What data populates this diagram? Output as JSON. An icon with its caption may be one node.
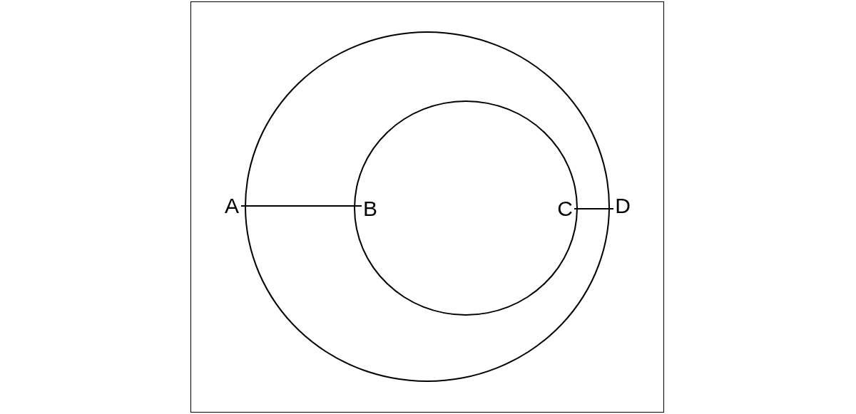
{
  "diagram": {
    "nodes": [
      {
        "text": [],
        "shape": "circle"
      },
      {
        "text": [],
        "shape": "circle",
        "in": 0
      },
      {
        "text": [
          "A"
        ]
      },
      {
        "text": [
          "B"
        ],
        "in": 1
      },
      {
        "text": [
          "C"
        ],
        "in": 1
      },
      {
        "text": [
          "D"
        ]
      }
    ],
    "edges": [
      {
        "from": 2,
        "to": 3,
        "arrow": "none"
      },
      {
        "from": 4,
        "to": 5,
        "arrow": "none"
      }
    ]
  }
}
